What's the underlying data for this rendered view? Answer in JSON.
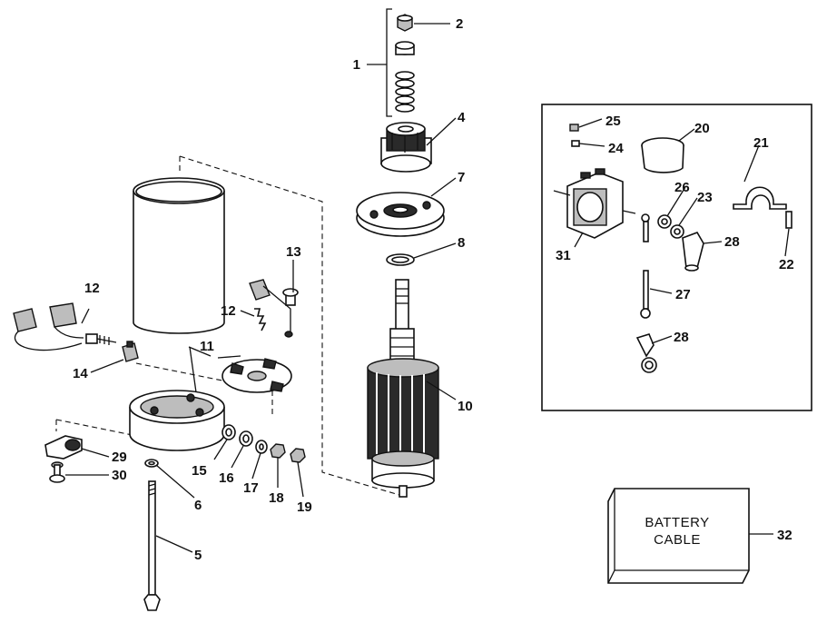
{
  "callouts": {
    "p1": "1",
    "p2": "2",
    "p4": "4",
    "p5": "5",
    "p6": "6",
    "p7": "7",
    "p8": "8",
    "p10": "10",
    "p11": "11",
    "p12a": "12",
    "p12b": "12",
    "p13": "13",
    "p14": "14",
    "p15": "15",
    "p16": "16",
    "p17": "17",
    "p18": "18",
    "p19": "19",
    "p20": "20",
    "p21": "21",
    "p22": "22",
    "p23": "23",
    "p24": "24",
    "p25": "25",
    "p26": "26",
    "p27": "27",
    "p28a": "28",
    "p28b": "28",
    "p29": "29",
    "p30": "30",
    "p31": "31",
    "p32": "32"
  },
  "battery_cable": {
    "line1": "BATTERY",
    "line2": "CABLE"
  }
}
